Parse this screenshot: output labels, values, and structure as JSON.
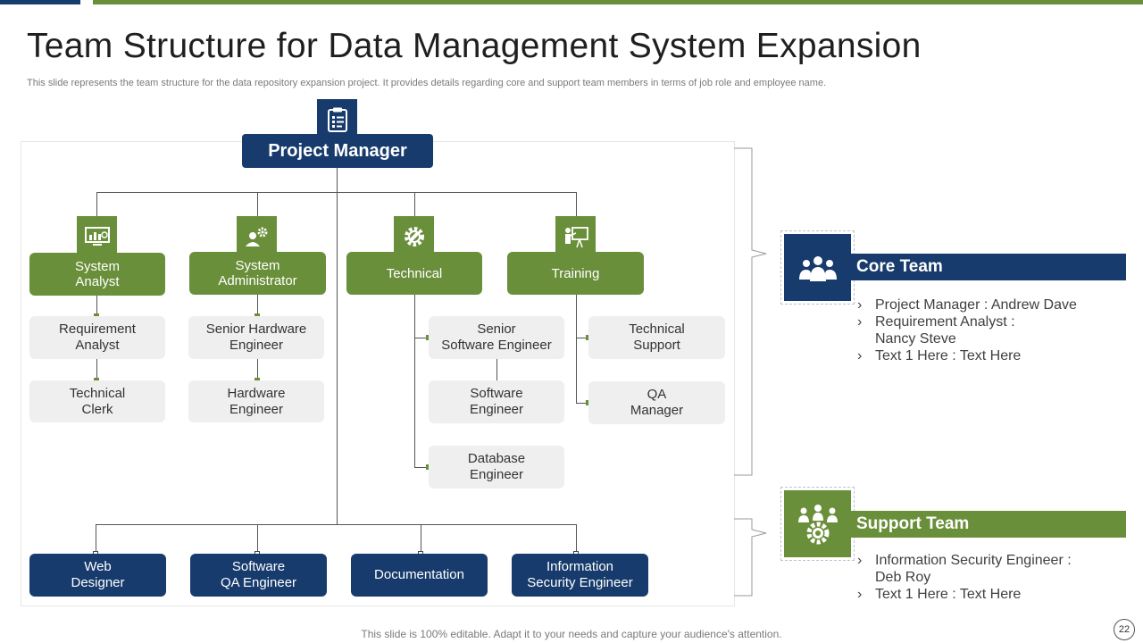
{
  "slide": {
    "title": "Team Structure for Data Management System Expansion",
    "subtitle": "This slide represents the team structure for the data repository expansion project. It provides details regarding core and support team members in terms of job role and employee name.",
    "footer": "This slide is 100% editable. Adapt it to your needs and capture your audience's attention.",
    "page_number": "22"
  },
  "colors": {
    "navy": "#173b6c",
    "green": "#6a8f3a",
    "light_gray": "#efefef"
  },
  "org": {
    "root": {
      "label": "Project Manager",
      "icon": "clipboard-checklist-icon"
    },
    "branches": [
      {
        "label": "System\nAnalyst",
        "icon": "analytics-monitor-icon",
        "children": [
          "Requirement\nAnalyst",
          "Technical\nClerk"
        ]
      },
      {
        "label": "System\nAdministrator",
        "icon": "user-gear-icon",
        "children": [
          "Senior Hardware\nEngineer",
          "Hardware\nEngineer"
        ]
      },
      {
        "label": "Technical",
        "icon": "gear-wrench-icon",
        "children": [
          "Senior\nSoftware Engineer",
          "Software\nEngineer",
          "Database\nEngineer"
        ]
      },
      {
        "label": "Training",
        "icon": "presentation-board-icon",
        "children": [
          "Technical\nSupport",
          "QA\nManager"
        ]
      }
    ],
    "support_nodes": [
      "Web\nDesigner",
      "Software\nQA Engineer",
      "Documentation",
      "Information\nSecurity Engineer"
    ]
  },
  "core_team": {
    "label": "Core Team",
    "icon": "team-group-icon",
    "items": [
      "Project Manager : Andrew Dave",
      "Requirement Analyst :\nNancy Steve",
      "Text  1 Here : Text Here"
    ]
  },
  "support_team": {
    "label": "Support Team",
    "icon": "team-gear-icon",
    "items": [
      "Information  Security Engineer :\nDeb Roy",
      "Text  1 Here : Text Here"
    ]
  }
}
